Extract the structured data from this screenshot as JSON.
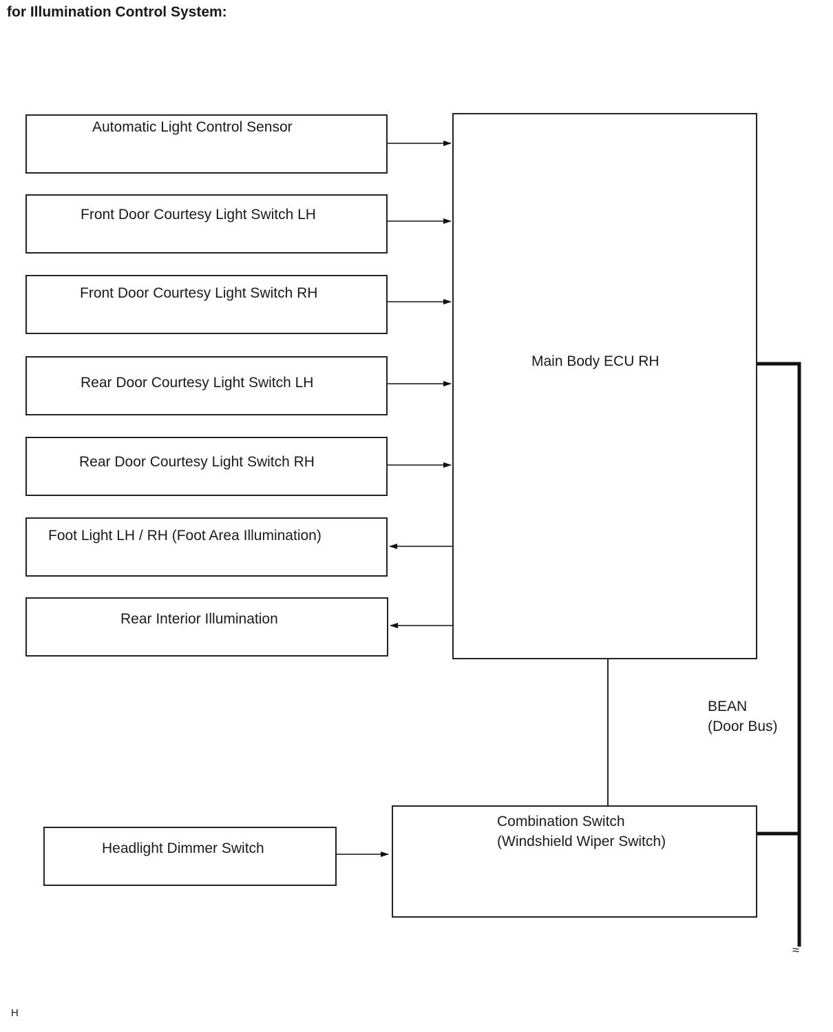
{
  "heading": "for Illumination Control System:",
  "inputs": [
    "Automatic Light Control Sensor",
    "Front Door Courtesy Light Switch LH",
    "Front Door Courtesy Light Switch RH",
    "Rear Door Courtesy Light Switch LH",
    "Rear Door Courtesy Light Switch RH"
  ],
  "outputs": [
    "Foot Light LH / RH (Foot Area Illumination)",
    "Rear Interior Illumination"
  ],
  "ecu": "Main Body ECU RH",
  "combination_switch": {
    "line1": "Combination Switch",
    "line2": "(Windshield Wiper Switch)"
  },
  "dimmer_switch": "Headlight Dimmer Switch",
  "bus": {
    "line1": "BEAN",
    "line2": "(Door Bus)"
  },
  "break_symbol": "≈",
  "footer": "H"
}
